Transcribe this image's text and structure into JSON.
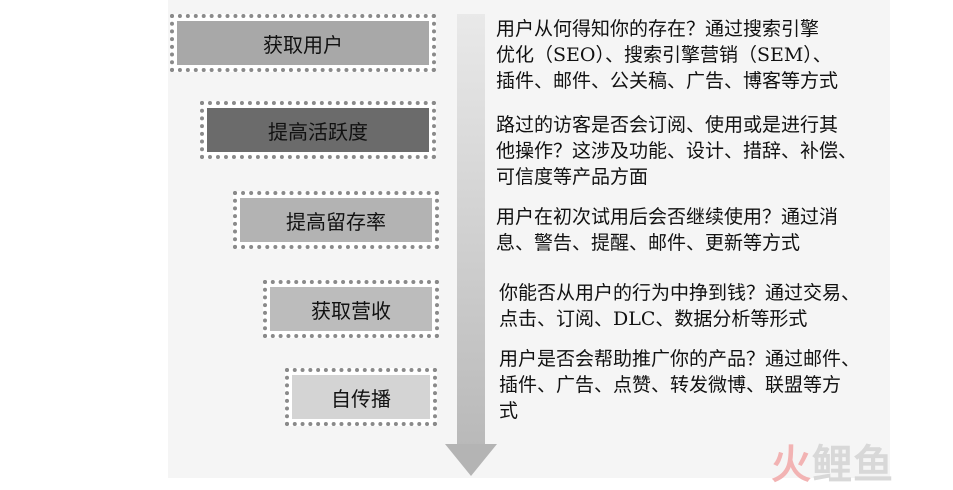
{
  "stages": [
    {
      "label": "获取用户",
      "fill": "#a8a8a8",
      "desc": [
        "用户从何得知你的存在？通过搜索引擎",
        "优化（SEO）、搜索引擎营销（SEM）、",
        "插件、邮件、公关稿、广告、博客等方式"
      ]
    },
    {
      "label": "提高活跃度",
      "fill": "#6b6b6b",
      "desc": [
        "路过的访客是否会订阅、使用或是进行其",
        "他操作？这涉及功能、设计、措辞、补偿、",
        "可信度等产品方面"
      ]
    },
    {
      "label": "提高留存率",
      "fill": "#b3b3b3",
      "desc": [
        "用户在初次试用后会否继续使用？通过消",
        "息、警告、提醒、邮件、更新等方式"
      ]
    },
    {
      "label": "获取营收",
      "fill": "#bcbcbc",
      "desc": [
        "你能否从用户的行为中挣到钱？通过交易、",
        "点击、订阅、DLC、数据分析等形式"
      ]
    },
    {
      "label": "自传播",
      "fill": "#d4d4d4",
      "desc": [
        "用户是否会帮助推广你的产品？通过邮件、",
        "插件、广告、点赞、转发微博、联盟等方",
        "式"
      ]
    }
  ],
  "watermark": {
    "part1": "火",
    "part2": "鲤鱼"
  }
}
